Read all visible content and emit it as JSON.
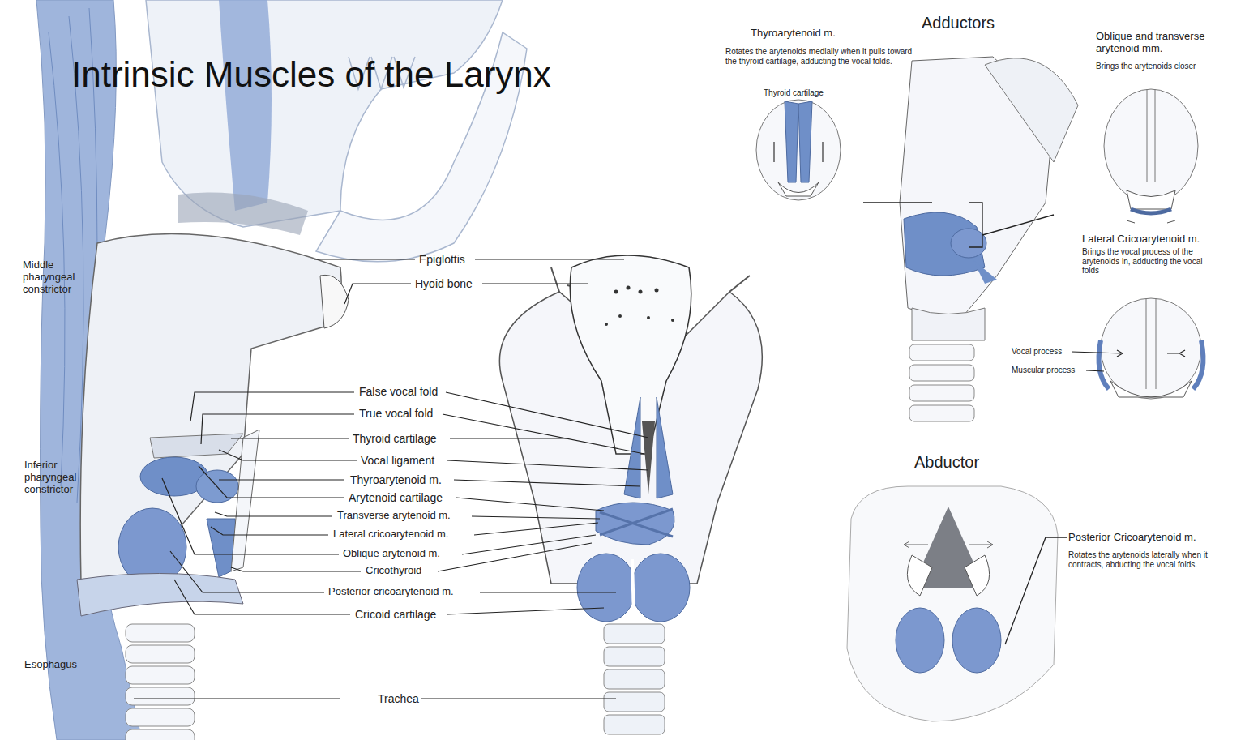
{
  "diagram": {
    "title": "Intrinsic Muscles of the Larynx",
    "labels": [
      "Middle pharyngeal constrictor",
      "Inferior pharyngeal constrictor",
      "Esophagus",
      "Epiglottis",
      "Hyoid bone",
      "False vocal fold",
      "True vocal fold",
      "Thyroid cartilage",
      "Vocal ligament",
      "Thyroarytenoid m.",
      "Arytenoid cartilage",
      "Transverse arytenoid m.",
      "Lateral cricoarytenoid m.",
      "Oblique arytenoid m.",
      "Cricothyroid",
      "Posterior cricoarytenoid m.",
      "Cricoid cartilage",
      "Trachea",
      "Thyroarytenoid m.",
      "Rotates the arytenoids medially when it pulls toward the thyroid cartilage, adducting the vocal folds.",
      "Thyroid cartilage",
      "Adductors",
      "Oblique and transverse arytenoid mm.",
      "Brings the arytenoids closer",
      "Lateral Cricoarytenoid m.",
      "Brings the vocal process of the arytenoids in, adducting the vocal folds",
      "Vocal process",
      "Muscular process",
      "Abductor",
      "Posterior Cricoarytenoid m.",
      "Rotates the arytenoids laterally when it contracts, abducting the vocal folds."
    ]
  }
}
